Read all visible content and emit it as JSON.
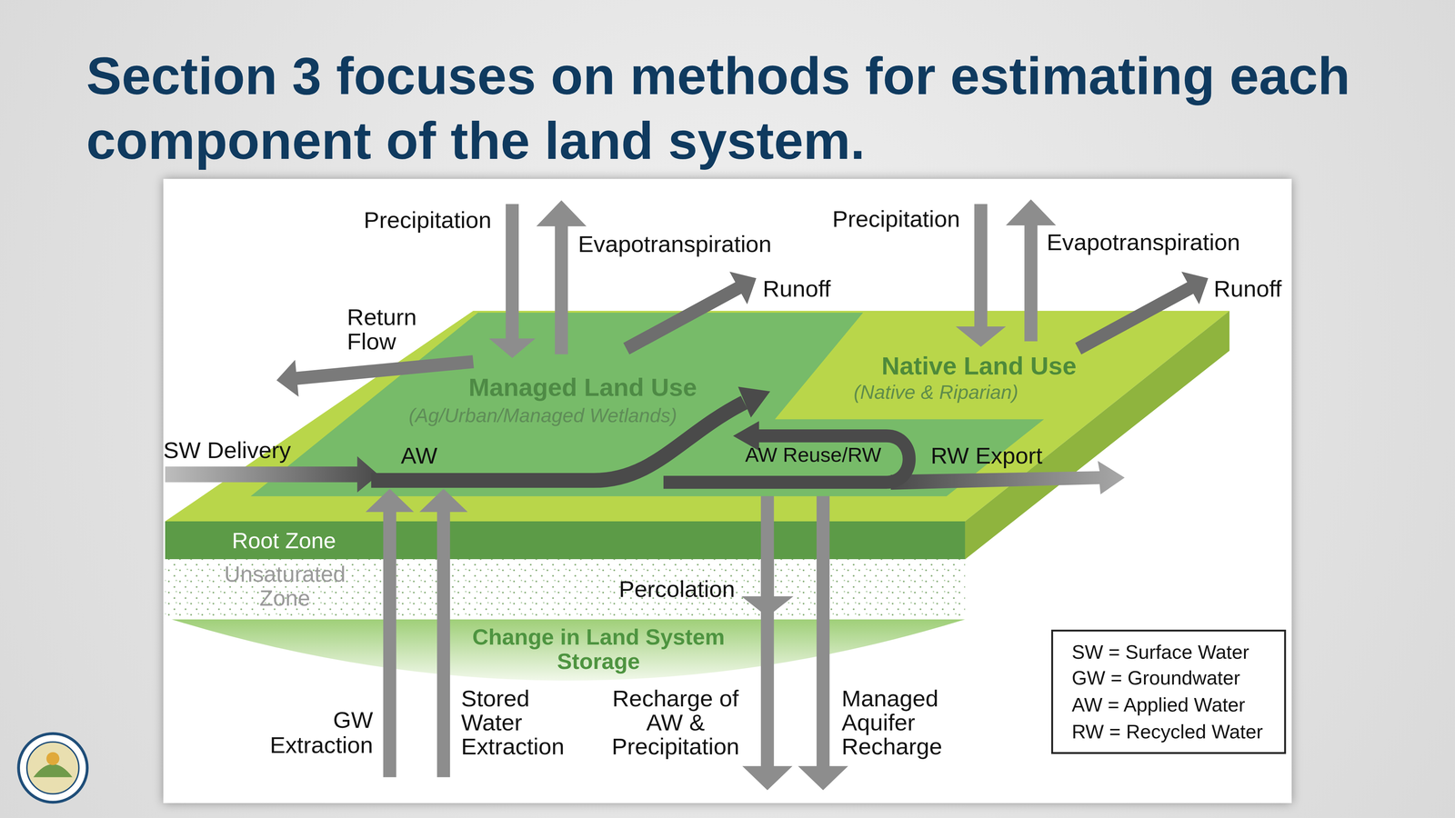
{
  "diagram": {
    "title": "Section 3 focuses on methods for estimating each component of the land system.",
    "nodes": [
      {
        "text": [
          "Managed Land Use",
          "(Ag/Urban/Managed Wetlands)"
        ]
      },
      {
        "text": [
          "Native Land Use",
          "(Native & Riparian)"
        ]
      },
      {
        "text": [
          "Root Zone"
        ]
      },
      {
        "text": [
          "Unsaturated Zone"
        ]
      },
      {
        "text": [
          "Change in Land System Storage"
        ]
      },
      {
        "text": [
          "SW = Surface Water",
          "GW = Groundwater",
          "AW = Applied Water",
          "RW = Recycled Water"
        ]
      }
    ],
    "edges": [
      {
        "from": 2,
        "to": 4,
        "label": "Percolation",
        "arrow": "to"
      }
    ],
    "labels": [
      "Precipitation",
      "Evapotranspiration",
      "Runoff",
      "Return Flow",
      "Precipitation",
      "Evapotranspiration",
      "Runoff",
      "SW Delivery",
      "AW",
      "AW Reuse/RW",
      "RW Export",
      "GW Extraction",
      "Stored Water Extraction",
      "Recharge of AW & Precipitation",
      "Managed Aquifer Recharge"
    ]
  }
}
